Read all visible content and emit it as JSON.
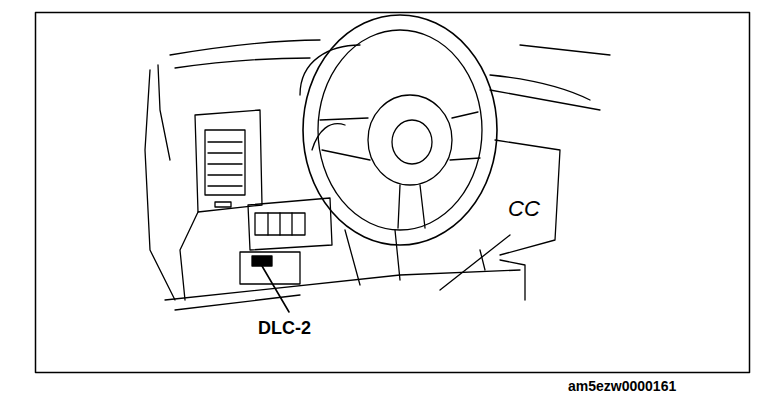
{
  "diagram": {
    "labels": [
      "CC",
      "DLC-2",
      "am5ezw0000161"
    ]
  }
}
